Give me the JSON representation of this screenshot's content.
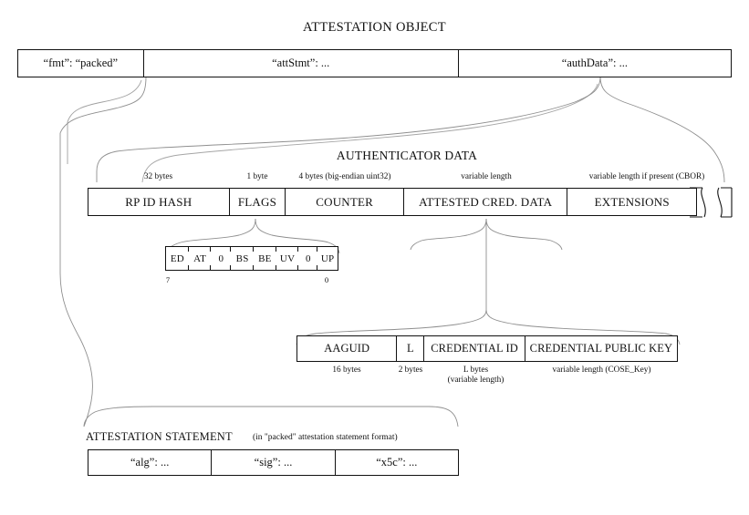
{
  "title": "ATTESTATION OBJECT",
  "colors": {
    "ink": "#111111",
    "connector": "#8a8a8a",
    "background": "#ffffff"
  },
  "attestation_object": {
    "cells": [
      {
        "label": "“fmt”: “packed”"
      },
      {
        "label": "“attStmt”: ..."
      },
      {
        "label": "“authData”: ..."
      }
    ]
  },
  "authenticator_data": {
    "title": "AUTHENTICATOR DATA",
    "cells": [
      {
        "label": "RP ID HASH",
        "size": "32 bytes"
      },
      {
        "label": "FLAGS",
        "size": "1 byte"
      },
      {
        "label": "COUNTER",
        "size": "4 bytes (big-endian uint32)"
      },
      {
        "label": "ATTESTED CRED. DATA",
        "size": "variable length"
      },
      {
        "label": "EXTENSIONS",
        "size": "variable length if present (CBOR)"
      }
    ]
  },
  "flags": {
    "bits": [
      {
        "label": "ED"
      },
      {
        "label": "AT"
      },
      {
        "label": "0"
      },
      {
        "label": "BS"
      },
      {
        "label": "BE"
      },
      {
        "label": "UV"
      },
      {
        "label": "0"
      },
      {
        "label": "UP"
      }
    ],
    "high_bit_index": "7",
    "low_bit_index": "0"
  },
  "attested_credential_data": {
    "cells": [
      {
        "label": "AAGUID",
        "size": "16 bytes"
      },
      {
        "label": "L",
        "size": "2 bytes"
      },
      {
        "label": "CREDENTIAL ID",
        "size": "L bytes",
        "size2": "(variable length)"
      },
      {
        "label": "CREDENTIAL PUBLIC KEY",
        "size": "variable length (COSE_Key)"
      }
    ]
  },
  "attestation_statement": {
    "title": "ATTESTATION STATEMENT",
    "note": "(in \"packed\" attestation statement format)",
    "cells": [
      {
        "label": "“alg”: ..."
      },
      {
        "label": "“sig”: ..."
      },
      {
        "label": "“x5c”: ..."
      }
    ]
  }
}
